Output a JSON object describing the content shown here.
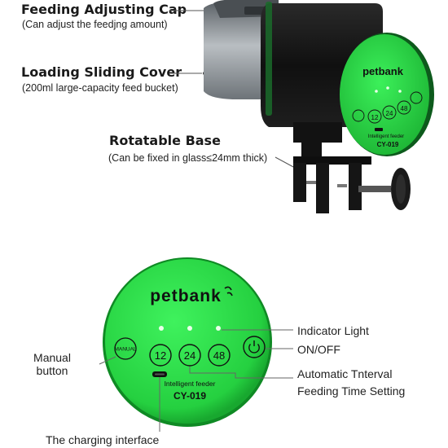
{
  "top_annotations": [
    {
      "title": "Feeding Adjusting Cap",
      "subtitle": "(Can adjust the feedjng amount)"
    },
    {
      "title": "Loading Sliding Cover",
      "subtitle": "(200ml large-capacity feed bucket)"
    },
    {
      "title": "Rotatable Base",
      "subtitle": "(Can be fixed in glass≤24mm thick)"
    }
  ],
  "device": {
    "brand": "petbank",
    "model_caption": "Intelligent feeder",
    "model": "CY-019",
    "buttons": {
      "manual": "MANUAL",
      "interval_12": "12",
      "interval_24": "24",
      "interval_48": "48"
    }
  },
  "callouts": {
    "indicator_light": "Indicator Light",
    "on_off": "ON/OFF",
    "manual_button_line1": "Manual",
    "manual_button_line2": "button",
    "auto_interval": "Automatic Tnterval",
    "feeding_time": "Feeding Time Setting",
    "charging": "The charging interface"
  },
  "colors": {
    "panel_green": "#2ee04a",
    "panel_rim": "#1aa52e",
    "body_dark": "#141414",
    "bucket_grey": "#8e9499"
  }
}
